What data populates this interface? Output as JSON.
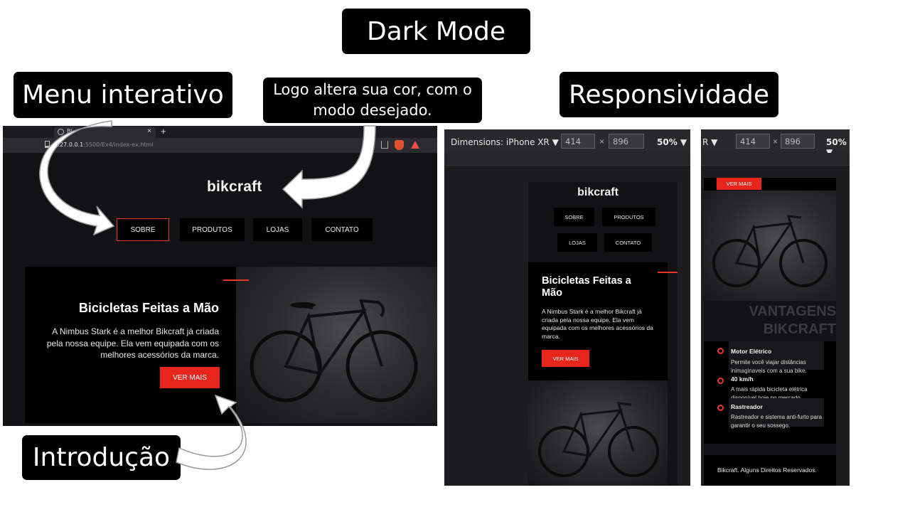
{
  "callouts": {
    "dark_mode": "Dark Mode",
    "menu": "Menu interativo",
    "logo": "Logo altera sua cor, com o modo desejado.",
    "responsive": "Responsividade",
    "intro": "Introdução"
  },
  "browser": {
    "tab_title": "Bi",
    "tab_close": "×",
    "new_tab": "+",
    "url_host": "127.0.0.1",
    "url_path": ":5500/Ex4/index-ex.html"
  },
  "site": {
    "logo": "bikcraft",
    "nav": [
      "SOBRE",
      "PRODUTOS",
      "LOJAS",
      "CONTATO"
    ],
    "active_nav": "SOBRE",
    "hero_title": "Bicicletas Feitas a Mão",
    "hero_text": "A Nimbus Stark é a melhor Bikcraft já criada pela nossa equipe. Ela vem equipada com os melhores acessórios da marca.",
    "hero_button": "VER MAIS",
    "accent_color": "#e8251a"
  },
  "devtools": {
    "dimensions_label": "Dimensions: iPhone XR ▼",
    "dimensions_label_cut": "R ▼",
    "width": "414",
    "height": "896",
    "times": "×",
    "zoom": "50% ▼"
  },
  "mobile": {
    "vantagens_title_1": "VANTAGENS",
    "vantagens_title_2": "BIKCRAFT",
    "advantages": [
      {
        "icon": "motor-icon",
        "title": "Motor Elétrico",
        "text": "Permite você viajar distâncias inimaginaveis com a sua bike."
      },
      {
        "icon": "speed-icon",
        "title": "40 km/h",
        "text": "A mais rápida bicicleta elétrica disponível hoje no mercado."
      },
      {
        "icon": "tracker-icon",
        "title": "Rastreador",
        "text": "Rastreador e sistema anti-furto para garantir o seu sossego."
      }
    ],
    "footer": "Bikcraft. Alguns Direitos Reservados."
  }
}
